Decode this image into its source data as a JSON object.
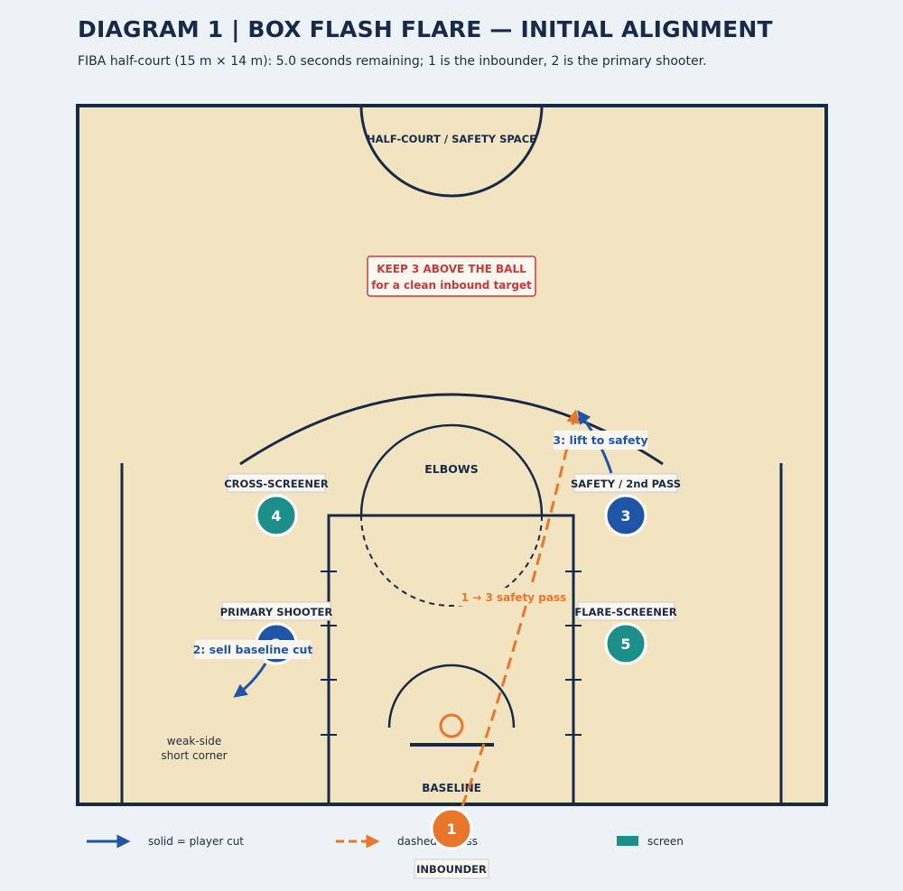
{
  "title": "DIAGRAM 1 | BOX FLASH FLARE — INITIAL ALIGNMENT",
  "subtitle": "FIBA half-court (15 m × 14 m): 5.0 seconds remaining; 1 is the inbounder, 2 is the primary shooter.",
  "court_labels": {
    "halfcourt": "HALF-COURT / SAFETY SPACE",
    "elbows": "ELBOWS",
    "baseline": "BASELINE",
    "weak_side_line1": "weak-side",
    "weak_side_line2": "short corner"
  },
  "callout": {
    "line1": "KEEP 3 ABOVE THE BALL",
    "line2": "for a clean inbound target"
  },
  "players": {
    "p1": {
      "number": "1",
      "role": "INBOUNDER"
    },
    "p2": {
      "number": "2",
      "role": "PRIMARY SHOOTER"
    },
    "p3": {
      "number": "3",
      "role": "SAFETY / 2nd PASS"
    },
    "p4": {
      "number": "4",
      "role": "CROSS-SCREENER"
    },
    "p5": {
      "number": "5",
      "role": "FLARE-SCREENER"
    }
  },
  "actions": {
    "cut2": "2: sell baseline cut",
    "cut3": "3: lift to safety",
    "pass": "1 → 3 safety pass"
  },
  "legend": {
    "cut": "solid = player cut",
    "pass": "dashed = pass",
    "screen": "screen"
  },
  "colors": {
    "court": "#f3e4c1",
    "line": "#172a48",
    "cutter": "#1f55a7",
    "screener": "#1c8f8a",
    "inbounder": "#e8762b",
    "alert": "#c63a3a"
  }
}
